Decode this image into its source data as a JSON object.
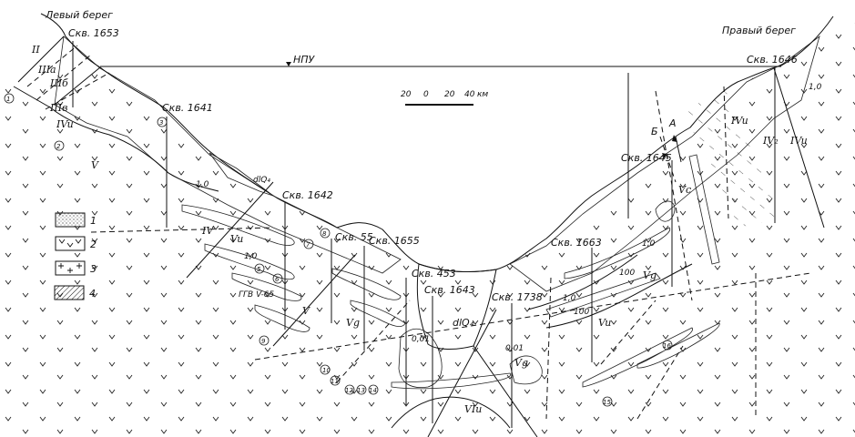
{
  "banks": {
    "left": "Левый берег",
    "right": "Правый берег"
  },
  "water_level": "НПУ",
  "scale": {
    "ticks": [
      "20",
      "0",
      "20",
      "40"
    ],
    "unit": "км"
  },
  "boreholes": [
    "Скв. 1653",
    "Скв. 1641",
    "Скв. 1642",
    "Скв. 55",
    "Скв. 1655",
    "Скв. 453",
    "Скв. 1643",
    "Скв. 1738",
    "Скв. 1663",
    "Скв. 1645",
    "Скв. 1646"
  ],
  "legend": [
    {
      "num": "1",
      "pattern": "dotted"
    },
    {
      "num": "2",
      "pattern": "v-marks"
    },
    {
      "num": "3",
      "pattern": "plus-marks"
    },
    {
      "num": "4",
      "pattern": "hatched"
    }
  ],
  "zones": {
    "II": "II",
    "IIIa": "IIIа",
    "IIIb": "IIIб",
    "IIIv": "IIIв",
    "IVu_left": "IVu",
    "V_left": "V",
    "IV": "IV",
    "Vu": "Vu",
    "V_mid": "V",
    "Vg": "Vg",
    "Vg2": "Vg",
    "Vg3": "Vg",
    "VIu": "VIu",
    "Vu_right": "Vu",
    "IVu_r1": "IVu",
    "IV2": "IV₂",
    "IVu_r2": "IVu",
    "Vc": "Vс"
  },
  "annotations": {
    "dlQ_left": "dlQ₄",
    "dlQ_center": "dlQ₄",
    "ggv": "ГГВ V-65",
    "k1": "1,0",
    "k2": "1,0",
    "k3": "1,0",
    "k4": "1,0",
    "k5": "1,0",
    "k6": "0,01",
    "k7": "0,01",
    "k8": "100",
    "k9": "100",
    "fault_a": "А",
    "fault_b": "Б"
  },
  "markers": [
    "1",
    "2",
    "3",
    "5",
    "6",
    "7",
    "8",
    "9",
    "10",
    "11",
    "12",
    "13",
    "14",
    "15",
    "16"
  ]
}
